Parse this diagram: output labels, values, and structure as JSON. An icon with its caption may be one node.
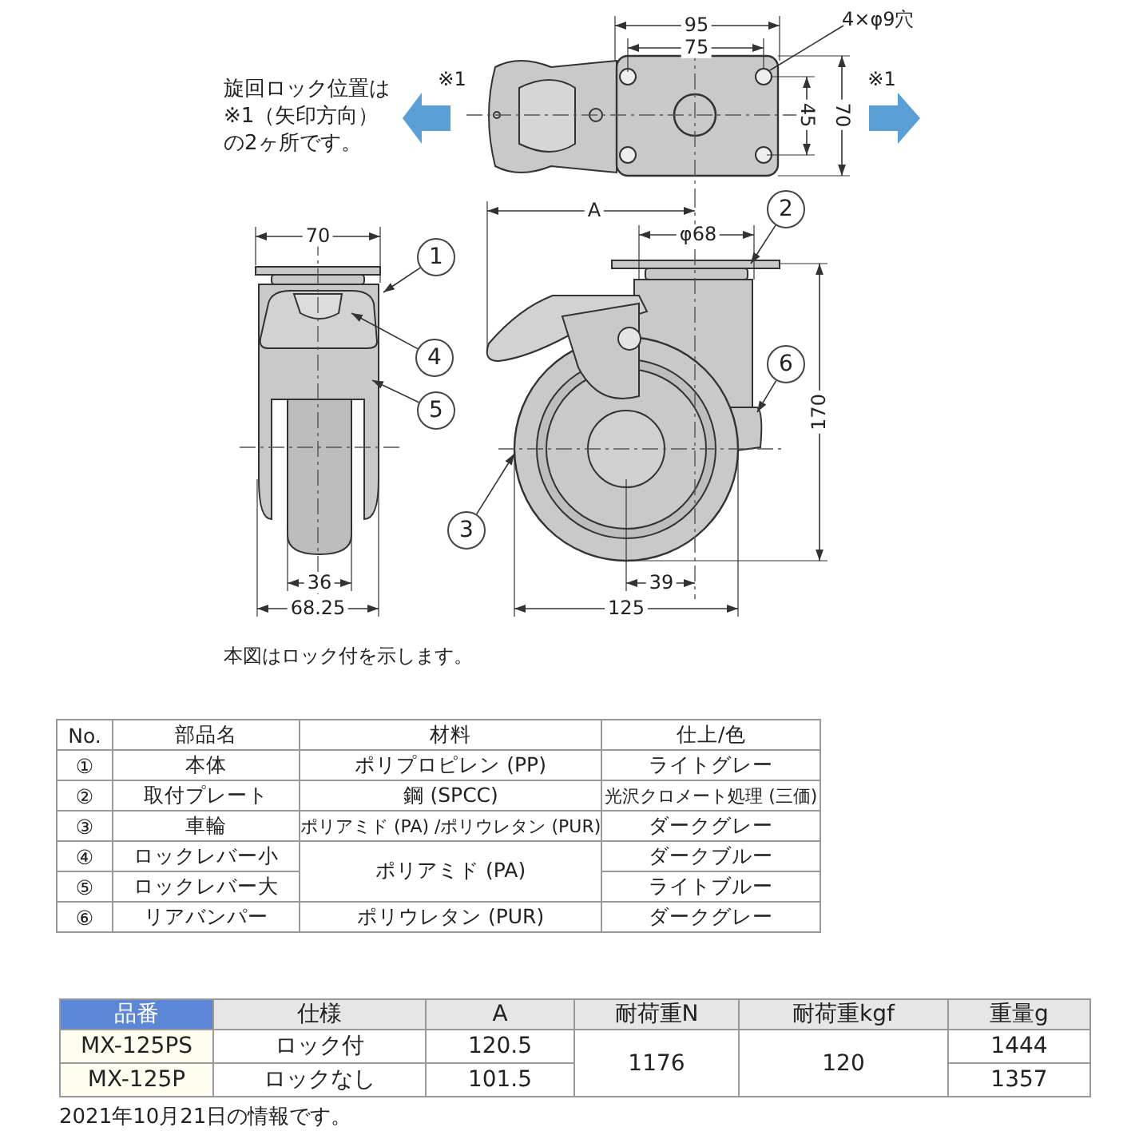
{
  "diagram": {
    "nodes": [
      {
        "text": [
          "1"
        ]
      },
      {
        "text": [
          "2"
        ]
      },
      {
        "text": [
          "3"
        ]
      },
      {
        "text": [
          "4"
        ]
      },
      {
        "text": [
          "5"
        ]
      },
      {
        "text": [
          "6"
        ]
      },
      {
        "text": [
          "4×φ9穴"
        ]
      },
      {
        "text": [],
        "shape": "circle"
      }
    ],
    "edges": [
      {
        "from": 0,
        "to": null,
        "arrow": "to"
      },
      {
        "from": 1,
        "to": null,
        "arrow": "to"
      },
      {
        "from": 2,
        "to": null,
        "arrow": "to"
      },
      {
        "from": 3,
        "to": null,
        "arrow": "to"
      },
      {
        "from": 4,
        "to": null,
        "arrow": "to"
      },
      {
        "from": 5,
        "to": null,
        "arrow": "to"
      },
      {
        "from": 6,
        "to": 7,
        "arrow": "none"
      }
    ],
    "labels": [
      "95",
      "75",
      "旋回ロック位置は※1（矢印方向）の2ヶ所です。",
      "※1",
      "※1",
      "45",
      "70",
      "70",
      "A",
      "φ68",
      "170",
      "36",
      "68.25",
      "39",
      "125",
      "本図はロック付を示します。",
      "No.",
      "部品名",
      "材料",
      "仕上/色",
      "①",
      "本体",
      "ポリプロピレン (PP)",
      "ライトグレー",
      "②",
      "取付プレート",
      "鋼 (SPCC)",
      "光沢クロメート処理 (三価)",
      "③",
      "車輪",
      "ポリアミド (PA) /ポリウレタン (PUR)",
      "ダークグレー",
      "④",
      "ロックレバー小",
      "ポリアミド (PA)",
      "ダークブルー",
      "⑤",
      "ロックレバー大",
      "ライトブルー",
      "⑥",
      "リアバンパー",
      "ポリウレタン (PUR)",
      "ダークグレー",
      "品番",
      "仕様",
      "A",
      "耐荷重N",
      "耐荷重kgf",
      "重量g",
      "MX-125PS",
      "ロック付",
      "120.5",
      "1176",
      "120",
      "1444",
      "MX-125P",
      "ロックなし",
      "101.5",
      "1357",
      "2021年10月21日の情報です。"
    ]
  }
}
